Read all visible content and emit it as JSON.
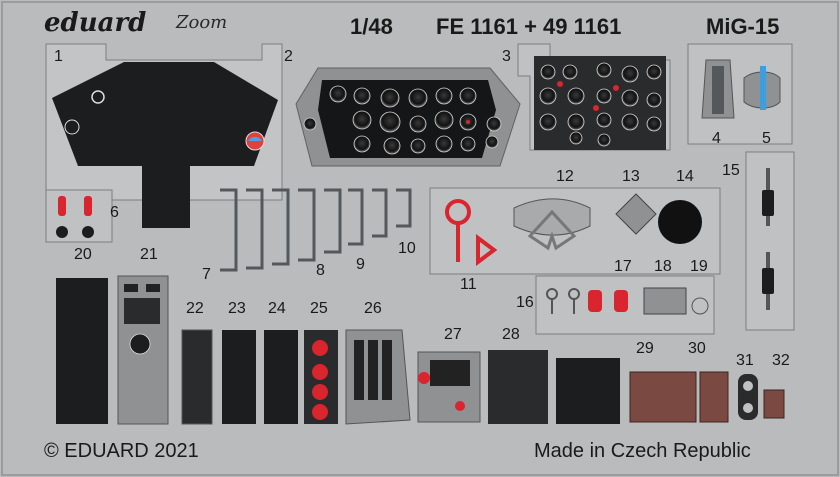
{
  "header": {
    "brand": "eduard",
    "zoom_logo": "Zoom",
    "scale": "1/48",
    "code": "FE 1161 + 49 1161",
    "model": "MiG-15"
  },
  "footer": {
    "copyright": "© EDUARD 2021",
    "origin": "Made in Czech Republic"
  },
  "part_numbers": [
    "1",
    "2",
    "3",
    "4",
    "5",
    "6",
    "7",
    "8",
    "9",
    "10",
    "11",
    "12",
    "13",
    "14",
    "15",
    "16",
    "17",
    "18",
    "19",
    "20",
    "21",
    "22",
    "23",
    "24",
    "25",
    "26",
    "27",
    "28",
    "29",
    "30",
    "31",
    "32"
  ],
  "colors": {
    "fret": "#b9bbbd",
    "panel_black": "#1c1d1f",
    "panel_grey": "#8e9092",
    "part_outline": "#6e7072",
    "red": "#d8252e",
    "brown": "#7a4a42"
  }
}
